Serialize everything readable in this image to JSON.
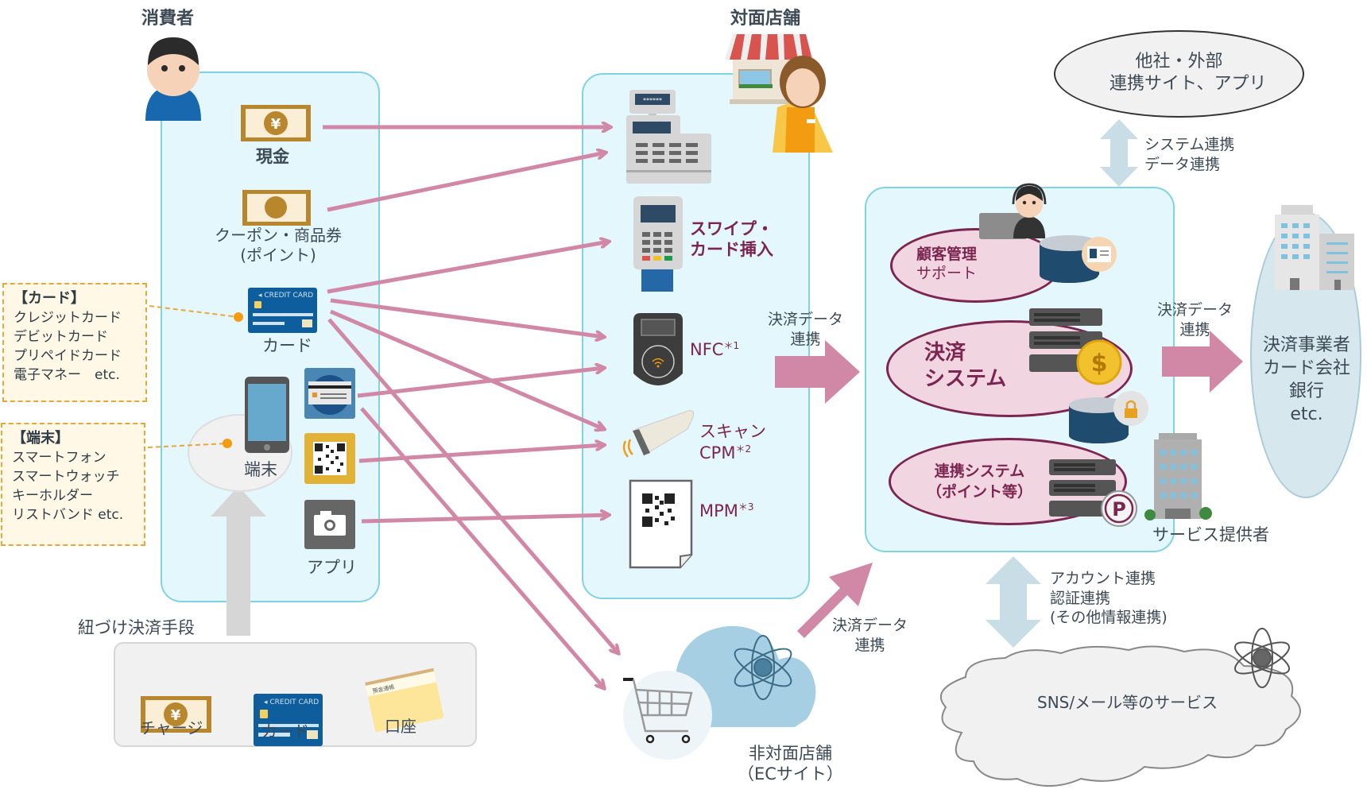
{
  "consumer": {
    "title": "消費者",
    "items": {
      "cash": "現金",
      "coupon_line1": "クーポン・商品券",
      "coupon_line2": "(ポイント)",
      "card": "カード",
      "card_icon_text": "CREDIT CARD",
      "device": "端末",
      "app": "アプリ"
    }
  },
  "callouts": {
    "card": {
      "heading": "【カード】",
      "lines": [
        "クレジットカード",
        "デビットカード",
        "プリペイドカード",
        "電子マネー　etc."
      ]
    },
    "device": {
      "heading": "【端末】",
      "lines": [
        "スマートフォン",
        "スマートウォッチ",
        "キーホルダー",
        "リストバンド  etc."
      ]
    }
  },
  "linked_payment": {
    "title": "紐づけ決済手段",
    "items": [
      "チャージ",
      "カード",
      "口座"
    ],
    "card_icon_text": "CREDIT CARD",
    "passbook_text": "預金通帳"
  },
  "store": {
    "title": "対面店舗",
    "methods": {
      "swipe_line1": "スワイプ・",
      "swipe_line2": "カード挿入",
      "nfc": "NFC",
      "nfc_note": "＊1",
      "scan_line1": "スキャン",
      "scan_line2": "CPM",
      "scan_note": "＊2",
      "mpm": "MPM",
      "mpm_note": "＊3"
    }
  },
  "online_store": {
    "title_line1": "非対面店舗",
    "title_line2": "（ECサイト）"
  },
  "flows": {
    "store_to_service_line1": "決済データ",
    "store_to_service_line2": "連携",
    "ec_to_service_line1": "決済データ",
    "ec_to_service_line2": "連携",
    "service_to_bank_line1": "決済データ",
    "service_to_bank_line2": "連携",
    "external_line1": "システム連携",
    "external_line2": "データ連携",
    "sns_line1": "アカウント連携",
    "sns_line2": "認証連携",
    "sns_line3": "(その他情報連携)"
  },
  "external": {
    "line1": "他社・外部",
    "line2": "連携サイト、アプリ"
  },
  "service_provider": {
    "title": "サービス提供者",
    "systems": {
      "crm_line1": "顧客管理",
      "crm_line2": "サポート",
      "payment_line1": "決済",
      "payment_line2": "システム",
      "link_line1": "連携システム",
      "link_line2": "（ポイント等）"
    }
  },
  "bank": {
    "lines": [
      "決済事業者",
      "カード会社",
      "銀行",
      "etc."
    ]
  },
  "sns": {
    "label": "SNS/メール等のサービス"
  },
  "colors": {
    "flow_arrow": "#d088a6",
    "box_fill": "#e3f7fd",
    "box_border": "#7fd3e3",
    "accent_text": "#7b2550",
    "link_arrow": "#c8dde5"
  }
}
